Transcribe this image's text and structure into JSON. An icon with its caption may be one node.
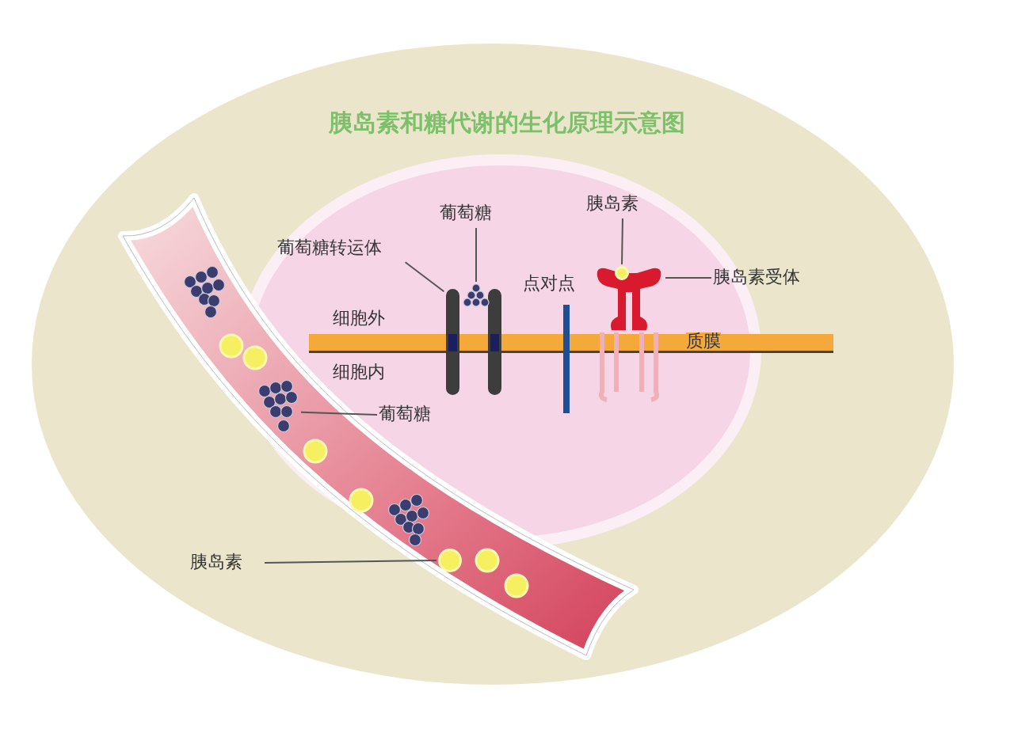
{
  "diagram": {
    "title": "胰岛素和糖代谢的生化原理示意图",
    "nodes": [
      {
        "text": [
          "葡萄糖转运体"
        ]
      },
      {
        "text": [],
        "shape": "picture"
      },
      {
        "text": [
          "葡萄糖"
        ]
      },
      {
        "text": [],
        "shape": "picture"
      },
      {
        "text": [
          "胰岛素"
        ]
      },
      {
        "text": [],
        "shape": "circle",
        "in": 7
      },
      {
        "text": [
          "胰岛素受体"
        ]
      },
      {
        "text": [],
        "shape": "picture"
      },
      {
        "text": [
          "葡萄糖"
        ]
      },
      {
        "text": [],
        "shape": "picture"
      },
      {
        "text": [
          "胰岛素"
        ]
      },
      {
        "text": [],
        "shape": "circle"
      }
    ],
    "edges": [
      {
        "from": 0,
        "to": 1,
        "arrow": "none"
      },
      {
        "from": 2,
        "to": 3,
        "arrow": "none"
      },
      {
        "from": 4,
        "to": 5,
        "arrow": "none"
      },
      {
        "from": 6,
        "to": 7,
        "arrow": "none"
      },
      {
        "from": 8,
        "to": 9,
        "arrow": "none"
      },
      {
        "from": 10,
        "to": 11,
        "arrow": "none"
      }
    ],
    "labels": [
      "点对点",
      "细胞外",
      "质膜",
      "细胞内"
    ]
  }
}
